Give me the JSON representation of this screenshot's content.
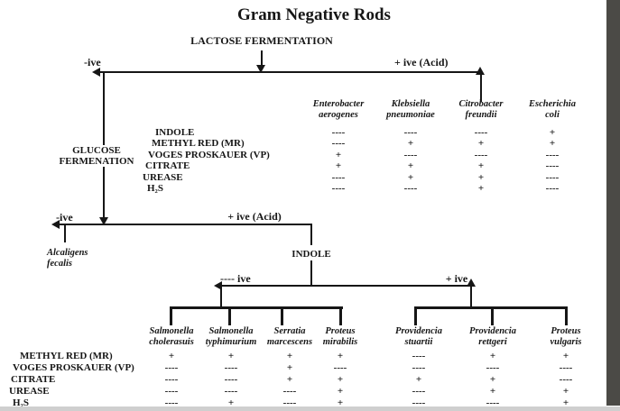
{
  "title": "Gram Negative Rods",
  "tree": {
    "root": "LACTOSE FERMENTATION",
    "lvl1_neg": "-ive",
    "lvl1_pos": "+ ive (Acid)",
    "glucose1": "GLUCOSE",
    "glucose2": "FERMENATION",
    "lvl2_neg": "-ive",
    "lvl2_pos": "+ ive (Acid)",
    "alcaligens1": "Alcaligens",
    "alcaligens2": "fecalis",
    "indole": "INDOLE",
    "lvl3_neg": "---- ive",
    "lvl3_pos": "+ ive"
  },
  "top_table": {
    "columns": [
      {
        "genus": "Enterobacter",
        "species": "aerogenes"
      },
      {
        "genus": "Klebsiella",
        "species": "pneumoniae"
      },
      {
        "genus": "Citrobacter",
        "species": "freundii"
      },
      {
        "genus": "Escherichia",
        "species": "coli"
      }
    ],
    "rows": [
      {
        "label": "INDOLE",
        "values": [
          "----",
          "----",
          "----",
          "+"
        ]
      },
      {
        "label": "METHYL RED (MR)",
        "values": [
          "----",
          "+",
          "+",
          "+"
        ]
      },
      {
        "label": "VOGES PROSKAUER (VP)",
        "values": [
          "+",
          "----",
          "----",
          "----"
        ]
      },
      {
        "label": "CITRATE",
        "values": [
          "+",
          "+",
          "+",
          "----"
        ]
      },
      {
        "label": "UREASE",
        "values": [
          "----",
          "+",
          "+",
          "----"
        ]
      },
      {
        "label": "H₂S",
        "values": [
          "----",
          "----",
          "+",
          "----"
        ]
      }
    ]
  },
  "bottom_table": {
    "columns": [
      {
        "genus": "Salmonella",
        "species": "cholerasuis"
      },
      {
        "genus": "Salmonella",
        "species": "typhimurium"
      },
      {
        "genus": "Serratia",
        "species": "marcescens"
      },
      {
        "genus": "Proteus",
        "species": "mirabilis"
      },
      {
        "genus": "Providencia",
        "species": "stuartii"
      },
      {
        "genus": "Providencia",
        "species": "rettgeri"
      },
      {
        "genus": "Proteus",
        "species": "vulgaris"
      }
    ],
    "rows": [
      {
        "label": "METHYL RED (MR)",
        "values": [
          "+",
          "+",
          "+",
          "+",
          "----",
          "+",
          "+"
        ]
      },
      {
        "label": "VOGES PROSKAUER (VP)",
        "values": [
          "----",
          "----",
          "+",
          "----",
          "----",
          "----",
          "----"
        ]
      },
      {
        "label": "CITRATE",
        "values": [
          "----",
          "----",
          "+",
          "+",
          "+",
          "+",
          "----"
        ]
      },
      {
        "label": "UREASE",
        "values": [
          "----",
          "----",
          "----",
          "+",
          "----",
          "+",
          "+"
        ]
      },
      {
        "label": "H₂S",
        "values": [
          "----",
          "+",
          "----",
          "+",
          "----",
          "----",
          "+"
        ]
      }
    ]
  }
}
